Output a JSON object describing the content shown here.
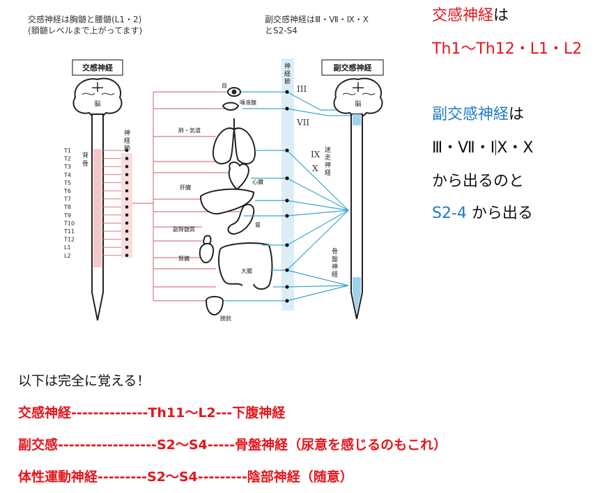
{
  "header": {
    "symp_caption_line1": "交感神経は胸髄と腰髄(L1・2)",
    "symp_caption_line2": "(頚髄レベルまで上がってます)",
    "para_caption_line1": "副交感神経はⅢ・Ⅶ・Ⅸ・Ⅹ",
    "para_caption_line2": "とS2-S4"
  },
  "diagram": {
    "box_sympathetic": "交感神経",
    "box_parasympathetic": "副交感神経",
    "brain_label": "脳",
    "spine_label": "背骨",
    "ganglion_left": "神経節",
    "ganglion_right": "神経節",
    "vagus_label": "迷走神経",
    "pelvic_label": "骨盤神経",
    "segments": [
      "T1",
      "T2",
      "T3",
      "T4",
      "T5",
      "T6",
      "T7",
      "T8",
      "T9",
      "T10",
      "T11",
      "T12",
      "L1",
      "L2"
    ],
    "organs": {
      "eye": "目",
      "salivary": "唾液腺",
      "lung": "肺・気道",
      "heart": "心臓",
      "liver": "肝臓",
      "stomach": "胃",
      "adrenal": "副腎髄質",
      "kidney": "腎臓",
      "colon": "大腸",
      "bladder": "膀胱"
    },
    "cranial": {
      "iii": "III",
      "vii": "VII",
      "ix": "IX",
      "x": "X"
    }
  },
  "side": {
    "symp_title": "交感神経",
    "symp_suffix": "は",
    "symp_levels": "Th1〜Th12・L1・L2",
    "para_title": "副交感神経",
    "para_suffix": "は",
    "para_nerves_a": "Ⅲ・Ⅶ・Ⅰ",
    "para_nerves_b": "Ⅹ・Ⅹ",
    "from_text": "から出るのと",
    "s_range": "S2-4",
    "from_text2": " から出る"
  },
  "bottom": {
    "intro": "以下は完全に覚える！",
    "line1": "交感神経--------------Th11〜L2---下腹神経",
    "line2": "副交感------------------S2〜S4-----骨盤神経（尿意を感じるのもこれ）",
    "line3": "体性運動神経---------S2〜S4---------陰部神経（随意）"
  }
}
